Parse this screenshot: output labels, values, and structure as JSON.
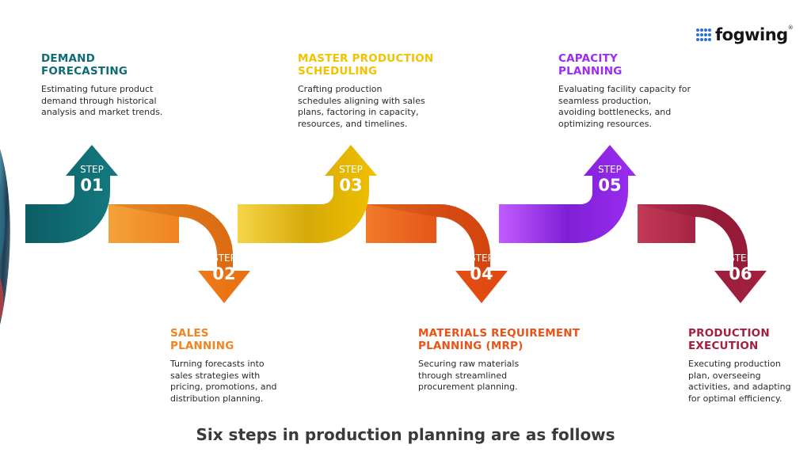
{
  "logo": {
    "text": "fogwing",
    "mark": "®",
    "icon": "dot-grid-icon",
    "icon_color": "#2f6fd6"
  },
  "caption": "Six steps in production planning are as follows",
  "steps": [
    {
      "label": "STEP",
      "number": "01",
      "title": "DEMAND\nFORECASTING",
      "description": "Estimating future product\ndemand through historical\nanalysis and market trends.",
      "color": "#0f6b73",
      "direction": "up"
    },
    {
      "label": "STEP",
      "number": "02",
      "title": "SALES\nPLANNING",
      "description": "Turning forecasts into\nsales strategies with\npricing, promotions, and\ndistribution planning.",
      "color": "#f08520",
      "direction": "down"
    },
    {
      "label": "STEP",
      "number": "03",
      "title": "MASTER PRODUCTION\nSCHEDULING",
      "description": "Crafting production\nschedules aligning with sales\nplans, factoring in capacity,\nresources, and timelines.",
      "color": "#f2c200",
      "direction": "up"
    },
    {
      "label": "STEP",
      "number": "04",
      "title": "MATERIALS REQUIREMENT\nPLANNING (MRP)",
      "description": "Securing raw materials\nthrough streamlined\nprocurement planning.",
      "color": "#e95318",
      "direction": "down"
    },
    {
      "label": "STEP",
      "number": "05",
      "title": "CAPACITY\nPLANNING",
      "description": "Evaluating facility capacity for\nseamless production,\navoiding bottlenecks, and\noptimizing resources.",
      "color": "#9b2cf0",
      "direction": "up"
    },
    {
      "label": "STEP",
      "number": "06",
      "title": "PRODUCTION\nEXECUTION",
      "description": "Executing production\nplan, overseeing\nactivities, and adapting\nfor optimal efficiency.",
      "color": "#a3203f",
      "direction": "down"
    }
  ]
}
